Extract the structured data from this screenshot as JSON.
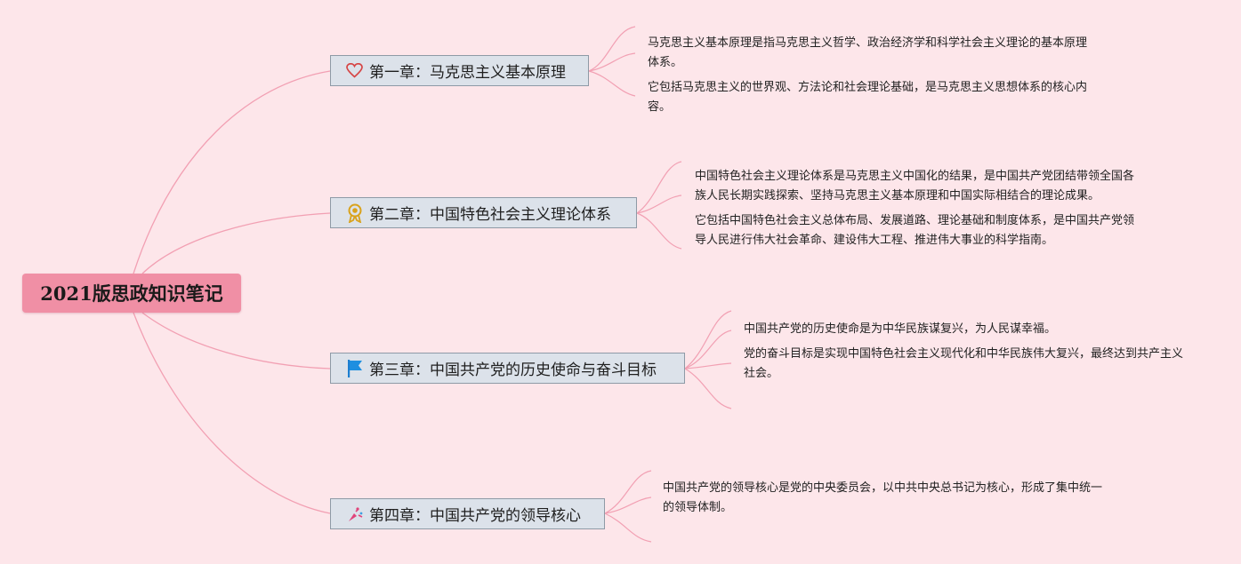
{
  "root": {
    "title": "2021版思政知识笔记"
  },
  "chapters": [
    {
      "icon": "heart-icon",
      "title": "第一章：马克思主义基本原理",
      "notes": [
        "马克思主义基本原理是指马克思主义哲学、政治经济学和科学社会主义理论的基本原理体系。",
        "它包括马克思主义的世界观、方法论和社会理论基础，是马克思主义思想体系的核心内容。"
      ]
    },
    {
      "icon": "award-medal-icon",
      "title": "第二章：中国特色社会主义理论体系",
      "notes": [
        "中国特色社会主义理论体系是马克思主义中国化的结果，是中国共产党团结带领全国各族人民长期实践探索、坚持马克思主义基本原理和中国实际相结合的理论成果。",
        "它包括中国特色社会主义总体布局、发展道路、理论基础和制度体系，是中国共产党领导人民进行伟大社会革命、建设伟大工程、推进伟大事业的科学指南。"
      ]
    },
    {
      "icon": "flag-icon",
      "title": "第三章：中国共产党的历史使命与奋斗目标",
      "notes": [
        "中国共产党的历史使命是为中华民族谋复兴，为人民谋幸福。",
        "党的奋斗目标是实现中国特色社会主义现代化和中华民族伟大复兴，最终达到共产主义社会。"
      ]
    },
    {
      "icon": "party-popper-icon",
      "title": "第四章：中国共产党的领导核心",
      "notes": [
        "中国共产党的领导核心是党的中央委员会，以中共中央总书记为核心，形成了集中统一的领导体制。"
      ]
    }
  ],
  "colors": {
    "background": "#fde6ea",
    "root_fill": "#f08fa5",
    "chapter_fill": "#dce2ea",
    "chapter_border": "#8e9aa6",
    "link": "#f2a0b3"
  }
}
